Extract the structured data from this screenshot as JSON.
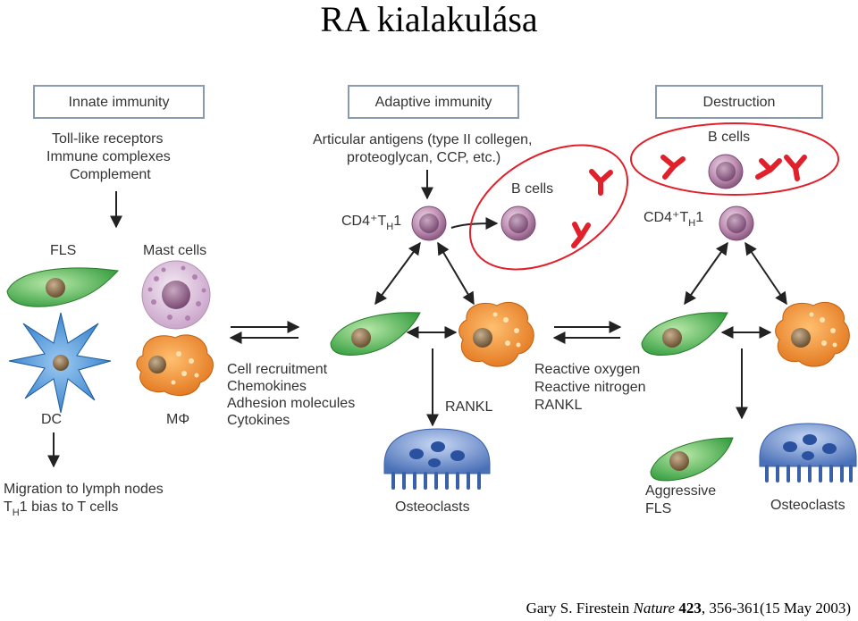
{
  "title": "RA kialakulása",
  "boxes": {
    "innate": "Innate immunity",
    "adaptive": "Adaptive immunity",
    "destruction": "Destruction"
  },
  "innate_list": [
    "Toll-like receptors",
    "Immune complexes",
    "Complement"
  ],
  "antigens": [
    "Articular antigens (type II collegen,",
    "proteoglycan, CCP, etc.)"
  ],
  "cells": {
    "fls": "FLS",
    "mast": "Mast cells",
    "dc": "DC",
    "mphi": "MΦ",
    "bcells_1": "B cells",
    "bcells_2": "B cells",
    "cd4_1": "CD4⁺T",
    "cd4_2": "CD4⁺T",
    "th_sub": "H",
    "th_one": "1",
    "osteoclasts_1": "Osteoclasts",
    "osteoclasts_2": "Osteoclasts",
    "aggressive": [
      "Aggressive",
      "FLS"
    ]
  },
  "rankl_1": "RANKL",
  "mediators": [
    "Cell recruitment",
    "Chemokines",
    "Adhesion molecules",
    "Cytokines"
  ],
  "reactive": [
    "Reactive oxygen",
    "Reactive nitrogen",
    "RANKL"
  ],
  "migration": [
    "Migration to lymph nodes",
    "1 bias to T cells"
  ],
  "migration_t": "T",
  "migration_h": "H",
  "citation": {
    "author": "Gary S. Firestein ",
    "journal": "Nature",
    "volume": " 423",
    "pages": ", 356-361(15 May 2003)"
  },
  "colors": {
    "highlight": "#e0202a",
    "fls_green": "#4cb848",
    "lymph": "#b07aa0",
    "macrophage": "#f08a2a",
    "mast": "#d8b8d8",
    "dc": "#3c8ad0",
    "osteo": "#5a80c0"
  }
}
